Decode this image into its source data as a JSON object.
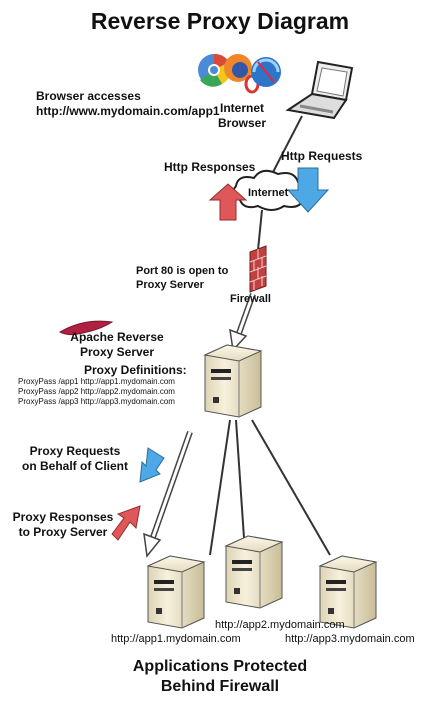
{
  "diagram": {
    "title": "Reverse Proxy Diagram",
    "browser_access_line1": "Browser accesses",
    "browser_access_line2": "http://www.mydomain.com/app1",
    "internet_browser_line1": "Internet",
    "internet_browser_line2": "Browser",
    "http_responses": "Http Responses",
    "http_requests": "Http Requests",
    "internet": "Internet",
    "port_line1": "Port 80 is open to",
    "port_line2": "Proxy Server",
    "firewall": "Firewall",
    "apache_line1": "Apache Reverse",
    "apache_line2": "Proxy Server",
    "proxy_definitions_title": "Proxy Definitions:",
    "proxy_definitions": [
      "ProxyPass /app1 http://app1.mydomain.com",
      "ProxyPass /app2 http://app2.mydomain.com",
      "ProxyPass /app3 http://app3.mydomain.com"
    ],
    "proxy_requests_line1": "Proxy Requests",
    "proxy_requests_line2": "on Behalf of Client",
    "proxy_responses_line1": "Proxy Responses",
    "proxy_responses_line2": "to Proxy Server",
    "app1_url": "http://app1.mydomain.com",
    "app2_url": "http://app2.mydomain.com",
    "app3_url": "http://app3.mydomain.com",
    "footer_line1": "Applications Protected",
    "footer_line2": "Behind Firewall"
  },
  "colors": {
    "red_arrow": "#e0575a",
    "blue_arrow": "#4ea8e6",
    "server_body": "#f1ead2",
    "firewall_brick": "#c24040"
  }
}
